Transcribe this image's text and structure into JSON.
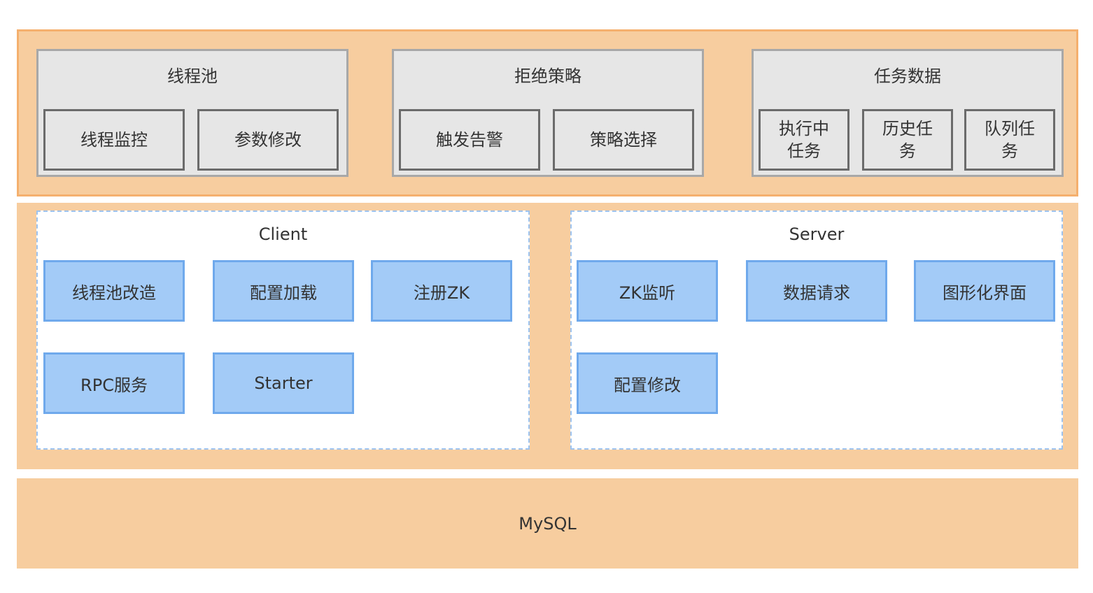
{
  "top": {
    "groups": [
      {
        "title": "线程池",
        "items": [
          "线程监控",
          "参数修改"
        ]
      },
      {
        "title": "拒绝策略",
        "items": [
          "触发告警",
          "策略选择"
        ]
      },
      {
        "title": "任务数据",
        "items": [
          "执行中任务",
          "历史任务",
          "队列任务"
        ]
      }
    ]
  },
  "middle": {
    "client": {
      "title": "Client",
      "items": [
        "线程池改造",
        "配置加载",
        "注册ZK",
        "RPC服务",
        "Starter"
      ]
    },
    "server": {
      "title": "Server",
      "items": [
        "ZK监听",
        "数据请求",
        "图形化界面",
        "配置修改"
      ]
    }
  },
  "bottom": {
    "label": "MySQL"
  },
  "colors": {
    "layer": "#f7cd9f",
    "layer_border": "#f5b06e",
    "group_bg": "#e6e6e6",
    "box_blue": "#a3cbf7",
    "box_blue_border": "#6fa9ec"
  }
}
